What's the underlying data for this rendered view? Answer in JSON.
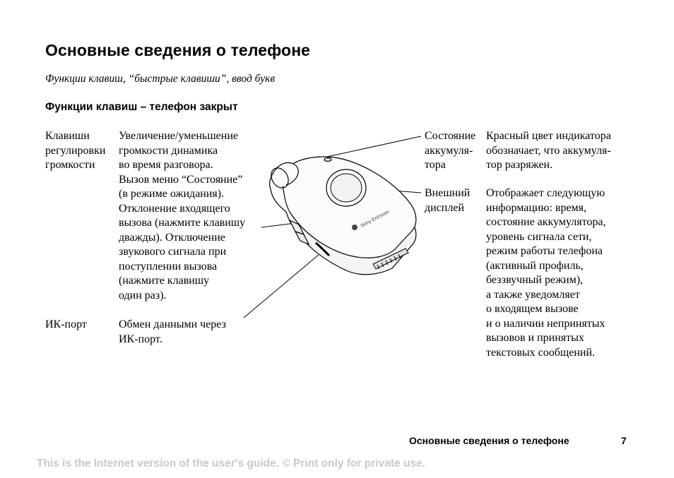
{
  "page": {
    "title": "Основные сведения о телефоне",
    "subtitle": "Функции клавиш, “быстрые клавиши”, ввод букв",
    "section_heading": "Функции клавиш – телефон закрыт"
  },
  "left_items": [
    {
      "term": "Клавиши\nрегулировки\nгромкости",
      "description": "Увеличение/уменьшение\nгромкости динамика\nво время разговора.\nВызов меню “Состояние”\n(в режиме ожидания).\nОтклонение входящего\nвызова (нажмите клавишу\nдважды). Отключение\nзвукового сигнала при\nпоступлении вызова\n(нажмите клавишу\nодин раз)."
    },
    {
      "term": "ИК-порт",
      "description": "Обмен данными через\nИК-порт."
    }
  ],
  "right_items": [
    {
      "term": "Состояние\nаккумуля-\nтора",
      "description": "Красный цвет индикатора\nобозначает, что аккумуля-\nтор разряжен."
    },
    {
      "term": "Внешний\nдисплей",
      "description": "Отображает следующую\nинформацию: время,\nсостояние аккумулятора,\nуровень сигнала сети,\nрежим работы телефона\n(активный профиль,\nбеззвучный режим),\nа также уведомляет\nо входящем вызове\nи о наличии непринятых\nвызовов и принятых\nтекстовых сообщений."
    }
  ],
  "illustration": {
    "brand_text": "Sony Ericsson"
  },
  "footer": {
    "section_title": "Основные сведения о телефоне",
    "page_number": "7",
    "notice": "This is the Internet version of the user's guide. © Print only for private use."
  }
}
